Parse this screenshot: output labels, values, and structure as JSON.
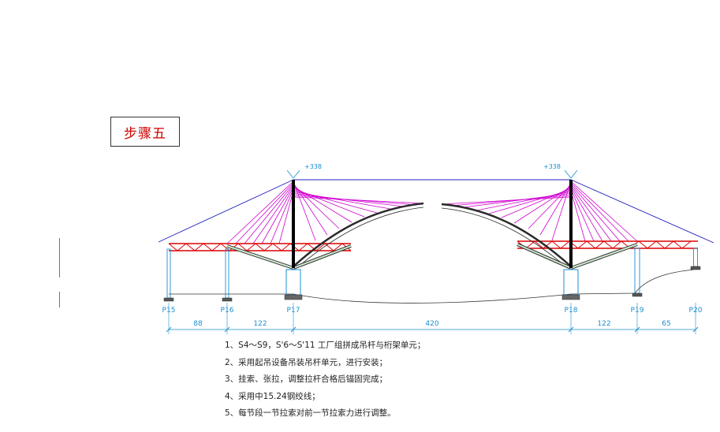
{
  "step_title": "步骤五",
  "pier_labels": [
    "P15",
    "P16",
    "P17",
    "P18",
    "P19",
    "P20"
  ],
  "span_dims": [
    "88",
    "122",
    "420",
    "122",
    "65"
  ],
  "tower_top_labels": [
    "+338",
    "+338"
  ],
  "notes": [
    "1、S4～S9，S'6～S'11 工厂组拼成吊杆与桁架单元；",
    "2、采用起吊设备吊装吊杆单元，进行安装；",
    "3、挂索、张拉，调整拉杆合格后锚固完成；",
    "4、采用中15.24钢绞线；",
    "5、每节段一节拉索对前一节拉索力进行调整。"
  ],
  "colors": {
    "stay_cable": "#d000d0",
    "truss": "#dd0000",
    "back_cable": "#2020c0",
    "tower": "#000000",
    "arch": "#2a2a2a",
    "struts": "#1a5a1a",
    "piers": "#1a8fd0",
    "dimension": "#1a8fd0",
    "labels": "#1a8fd0"
  }
}
